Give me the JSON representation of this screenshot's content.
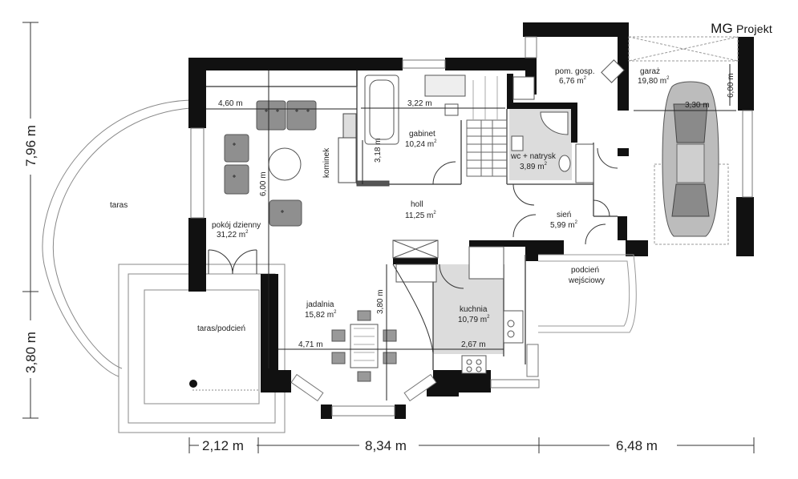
{
  "logo": {
    "mg": "MG",
    "projekt": "Projekt"
  },
  "rooms": {
    "taras": "taras",
    "pokoj_name": "pokój dzienny",
    "pokoj_area": "31,22 m",
    "gabinet_name": "gabinet",
    "gabinet_area": "10,24 m",
    "kominek": "kominek",
    "holl_name": "holl",
    "holl_area": "11,25 m",
    "wc_name": "wc + natrysk",
    "wc_area": "3,89 m",
    "pom_name": "pom. gosp.",
    "pom_area": "6,76 m",
    "garaz_name": "garaż",
    "garaz_area": "19,80 m",
    "sien_name": "sień",
    "sien_area": "5,99 m",
    "podcien_line1": "podcień",
    "podcien_line2": "wejściowy",
    "jadalnia_name": "jadalnia",
    "jadalnia_area": "15,82 m",
    "kuchnia_name": "kuchnia",
    "kuchnia_area": "10,79 m",
    "taras_podcien": "taras/podcień",
    "sup2": "2"
  },
  "dims": {
    "d460": "4,60 m",
    "d322": "3,22 m",
    "d318": "3,18 m",
    "d600a": "6,00 m",
    "d330": "3,30 m",
    "d600b": "6,00 m",
    "d380": "3,80 m",
    "d471": "4,71 m",
    "d267": "2,67 m"
  },
  "overall": {
    "left_top": "7,96 m",
    "left_bottom": "3,80 m",
    "bottom_1": "2,12 m",
    "bottom_2": "8,34 m",
    "bottom_3": "6,48 m"
  }
}
